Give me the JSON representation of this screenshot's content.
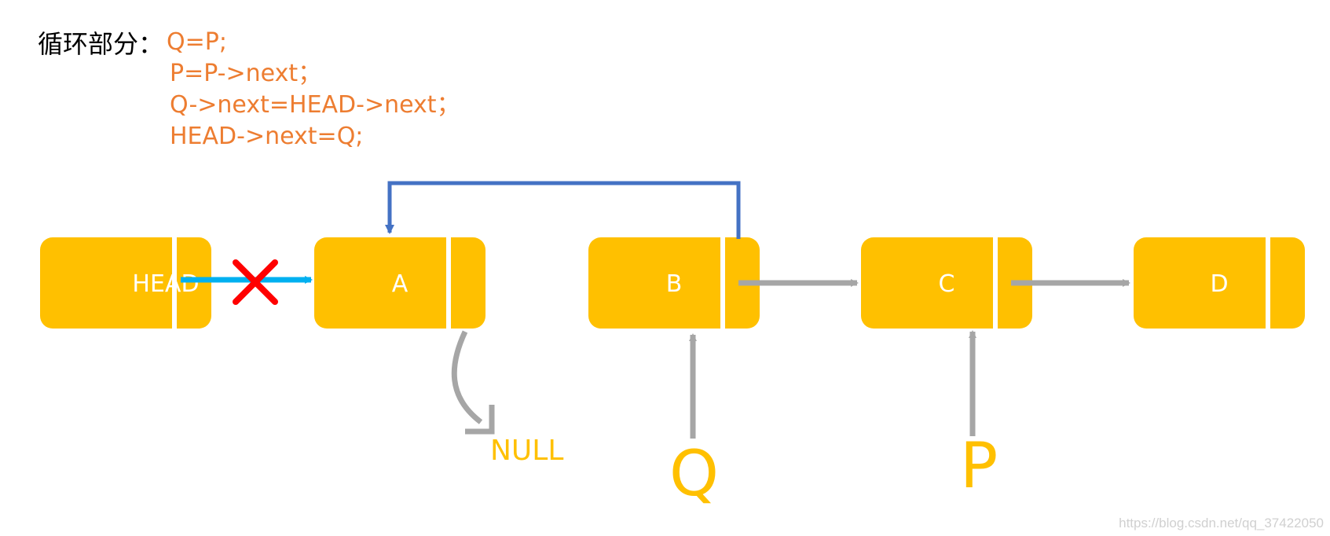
{
  "caption": {
    "label": "循环部分：",
    "code_lines": [
      "Q=P;",
      "P=P->next；",
      "Q->next=HEAD->next；",
      "HEAD->next=Q;"
    ]
  },
  "nodes": [
    {
      "id": "head",
      "label": "HEAD"
    },
    {
      "id": "a",
      "label": "A"
    },
    {
      "id": "b",
      "label": "B"
    },
    {
      "id": "c",
      "label": "C"
    },
    {
      "id": "d",
      "label": "D"
    }
  ],
  "null_label": "NULL",
  "pointers": [
    {
      "id": "q",
      "label": "Q"
    },
    {
      "id": "p",
      "label": "P"
    }
  ],
  "watermark": "https://blog.csdn.net/qq_37422050",
  "colors": {
    "node_fill": "#FFC000",
    "code_text": "#ED7D31",
    "label_text": "#000000",
    "old_link": "#00B0F0",
    "deleted_mark": "#FF0000",
    "new_link": "#4472C4",
    "link": "#A6A6A6",
    "pointer_text": "#FFC000",
    "null_text": "#FFC000"
  },
  "icons": {
    "deleted_mark": "red-x-icon"
  }
}
